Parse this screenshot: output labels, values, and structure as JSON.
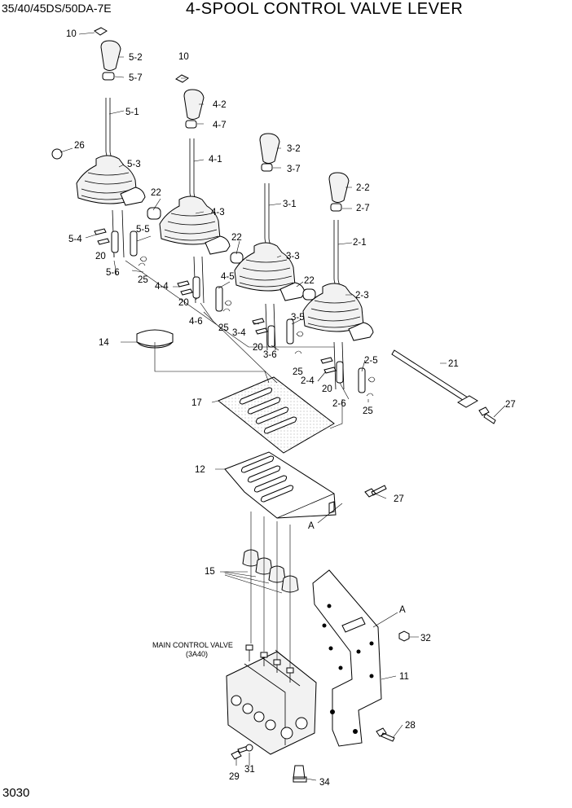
{
  "header": {
    "model": "35/40/45DS/50DA-7E",
    "title": "4-SPOOL CONTROL VALVE LEVER"
  },
  "page_number": "3030",
  "labels": {
    "p10a": "10",
    "p5_2": "5-2",
    "p5_7": "5-7",
    "p5_1": "5-1",
    "p26": "26",
    "p5_3": "5-3",
    "p22a": "22",
    "p5_4": "5-4",
    "p5_5": "5-5",
    "p20a": "20",
    "p5_6": "5-6",
    "p25a": "25",
    "p10b": "10",
    "p4_2": "4-2",
    "p4_7": "4-7",
    "p4_1": "4-1",
    "p4_3": "4-3",
    "p22b": "22",
    "p4_4": "4-4",
    "p4_5": "4-5",
    "p20b": "20",
    "p4_6": "4-6",
    "p25b": "25",
    "p3_2": "3-2",
    "p3_7": "3-7",
    "p3_1": "3-1",
    "p3_3": "3-3",
    "p22c": "22",
    "p3_4": "3-4",
    "p3_5": "3-5",
    "p20c": "20",
    "p3_6": "3-6",
    "p25c": "25",
    "p2_2": "2-2",
    "p2_7": "2-7",
    "p2_1": "2-1",
    "p2_3": "2-3",
    "p2_4": "2-4",
    "p2_5": "2-5",
    "p20d": "20",
    "p2_6": "2-6",
    "p25d": "25",
    "p21": "21",
    "p27a": "27",
    "p14": "14",
    "p17": "17",
    "p12": "12",
    "p27b": "27",
    "pA1": "A",
    "p15": "15",
    "pA2": "A",
    "p32": "32",
    "p11": "11",
    "p28": "28",
    "p29": "29",
    "p31": "31",
    "p34": "34",
    "main_valve": "MAIN CONTROL VALVE",
    "main_valve_code": "(3A40)"
  }
}
